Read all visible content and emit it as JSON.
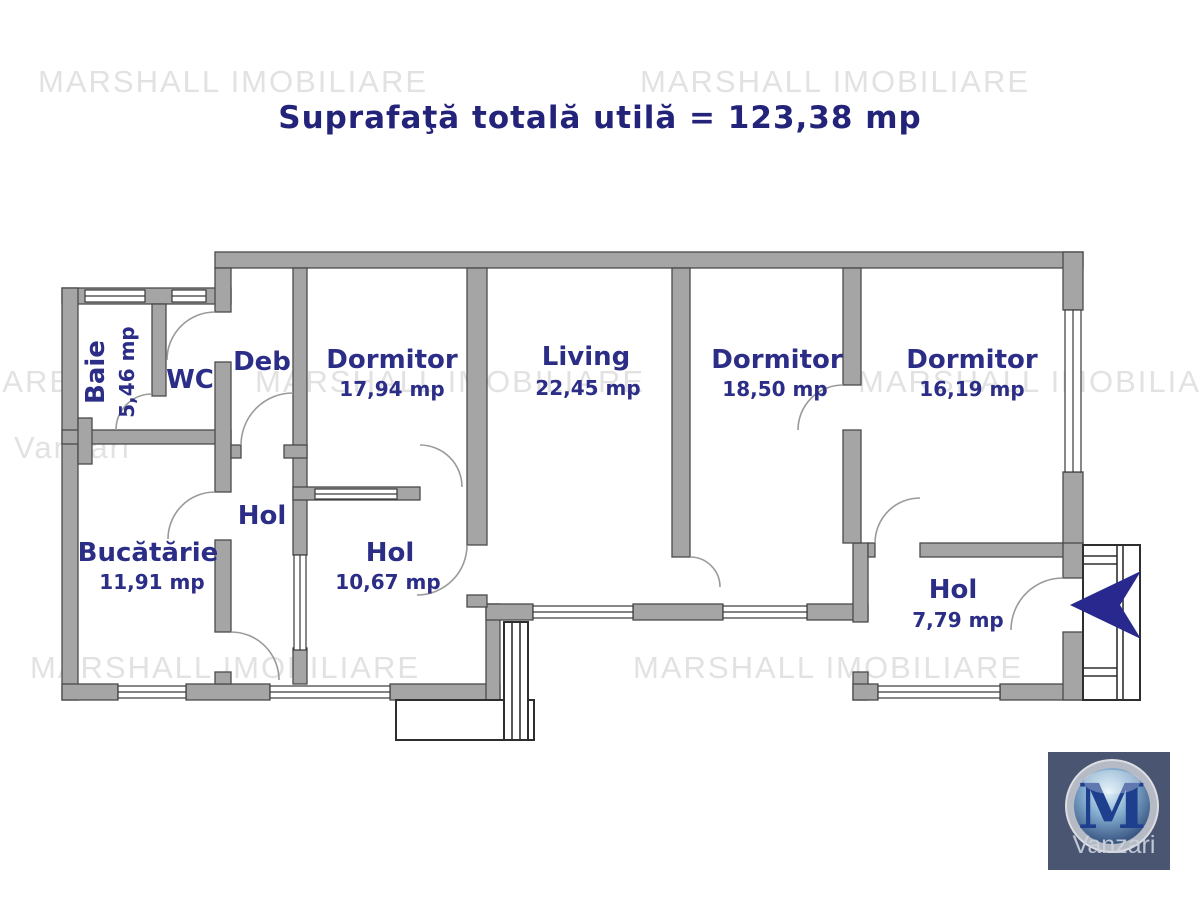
{
  "title": {
    "text": "Suprafaţă totală utilă = 123,38 mp"
  },
  "watermarks": {
    "brand": "MARSHALL IMOBILIARE",
    "sub": "Vanzari"
  },
  "rooms": [
    {
      "name": "Baie",
      "area": "5,46 mp"
    },
    {
      "name": "WC",
      "area": ""
    },
    {
      "name": "Deb",
      "area": ""
    },
    {
      "name": "Dormitor",
      "area": "17,94 mp"
    },
    {
      "name": "Living",
      "area": "22,45 mp"
    },
    {
      "name": "Dormitor",
      "area": "18,50 mp"
    },
    {
      "name": "Dormitor",
      "area": "16,19 mp"
    },
    {
      "name": "Bucătărie",
      "area": "11,91 mp"
    },
    {
      "name": "Hol",
      "area": ""
    },
    {
      "name": "Hol",
      "area": "10,67 mp"
    },
    {
      "name": "Hol",
      "area": "7,79 mp"
    }
  ],
  "logo": {
    "letter": "M",
    "caption": "Vanzari"
  },
  "colors": {
    "label": "#2b2d87",
    "title": "#23237a",
    "wall": "#a5a5a5",
    "wall_edge": "#4a4a4a",
    "watermark": "#e2e2e2",
    "arrow": "#28288e",
    "logo_bg": "#4a5571"
  }
}
